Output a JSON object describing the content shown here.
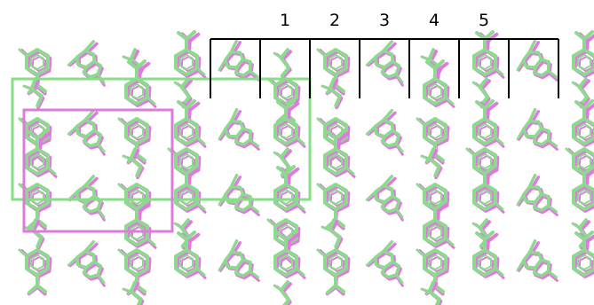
{
  "labels": {
    "columns": [
      "1",
      "2",
      "3",
      "4",
      "5"
    ]
  },
  "colors": {
    "green": "#8fd88f",
    "green_dark": "#5aa65a",
    "magenta": "#e07ae0",
    "magenta_dark": "#b54db5",
    "frame": "#000000",
    "cell_green": "#86de86",
    "cell_magenta": "#dc7bdc"
  },
  "structure": {
    "description_items": [
      "molecule-overlay",
      "green-unit-cell",
      "magenta-unit-cell",
      "column-bracket"
    ]
  }
}
